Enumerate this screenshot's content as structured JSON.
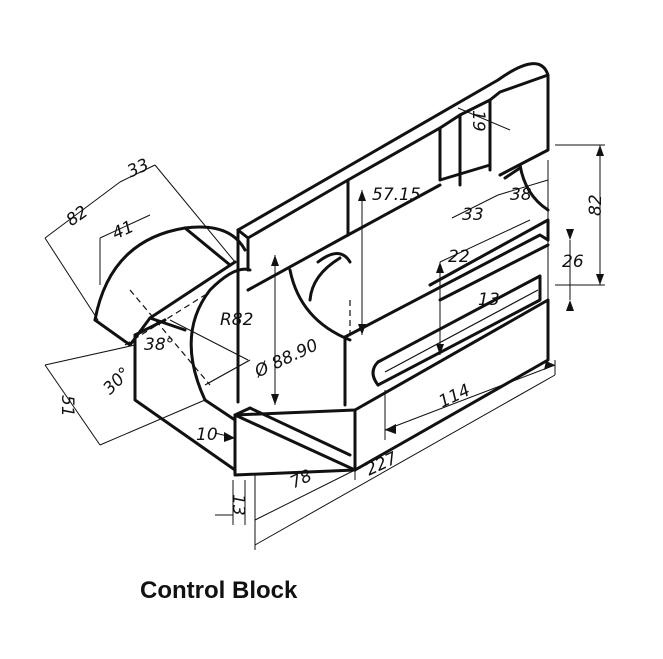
{
  "caption": "Control Block",
  "dimensions": {
    "d82_left": "82",
    "d33_top": "33",
    "d41": "41",
    "d57_15": "57.15",
    "d19": "19",
    "d33_mid": "33",
    "d38_right": "38",
    "d82_right": "82",
    "d22": "22",
    "d26": "26",
    "d13_slot": "13",
    "r82": "R82",
    "angle38": "38°",
    "dia88_90": "Ø 88.90",
    "angle30": "30°",
    "d51": "51",
    "d10": "10",
    "d114": "114",
    "d78": "78",
    "d227": "227",
    "d13_bottom": "13"
  }
}
